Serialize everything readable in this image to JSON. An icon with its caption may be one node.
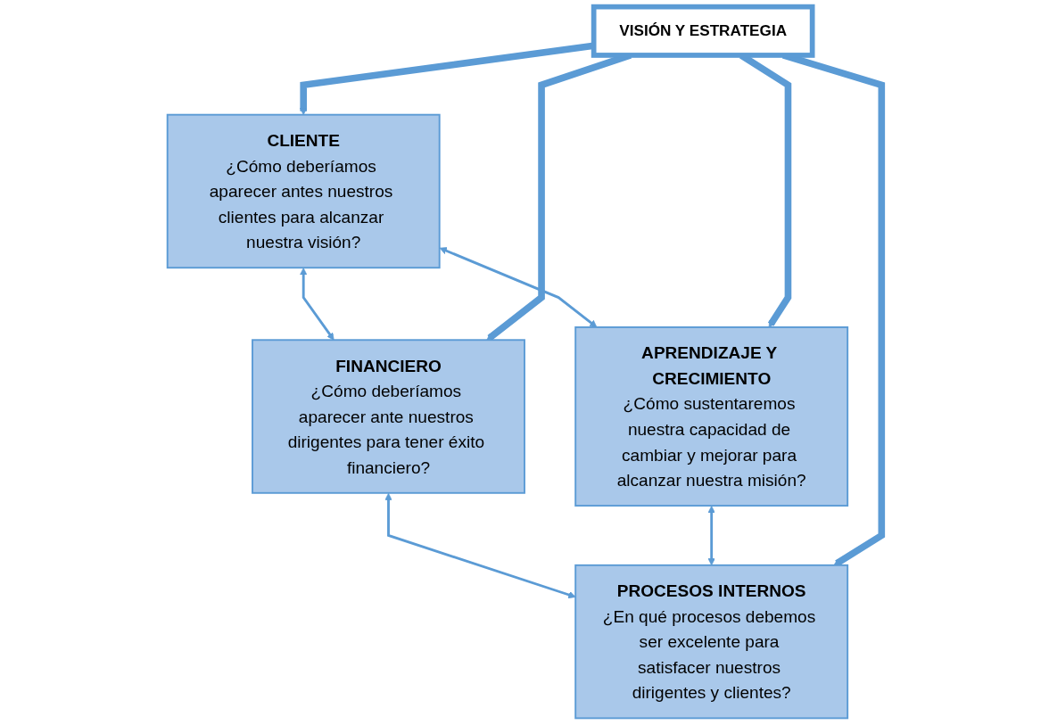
{
  "diagram": {
    "nodes": [
      {
        "text": [
          "FINANCIERO",
          "¿Cómo deberíamos aparecer ante nuestros dirigentes para tener éxito financiero?"
        ]
      },
      {
        "text": [
          "CLIENTE",
          "¿Cómo deberíamos aparecer antes nuestros clientes para alcanzar nuestra visión?"
        ]
      },
      {
        "text": [
          "VISIÓN Y ESTRATEGIA"
        ]
      },
      {
        "text": [
          "PROCESOS INTERNOS",
          "¿En qué procesos debemos ser excelente para satisfacer nuestros dirigentes y clientes?"
        ]
      },
      {
        "text": [
          "APRENDIZAJE Y CRECIMIENTO",
          "¿Cómo sustentaremos nuestra capacidad de cambiar y mejorar para alcanzar nuestra misión?"
        ]
      }
    ],
    "edges": [
      {
        "from": 1,
        "to": 0,
        "arrow": "both"
      },
      {
        "from": 0,
        "to": 3,
        "arrow": "both"
      },
      {
        "from": 1,
        "to": 4,
        "arrow": "both"
      },
      {
        "from": 4,
        "to": 3,
        "arrow": "both"
      },
      {
        "from": 2,
        "to": 0,
        "arrow": "to",
        "style": "thick"
      },
      {
        "from": 2,
        "to": 1,
        "arrow": "to",
        "style": "thick"
      },
      {
        "from": 2,
        "to": 3,
        "arrow": "to",
        "style": "thick"
      },
      {
        "from": 2,
        "to": 4,
        "arrow": "to",
        "style": "thick"
      }
    ]
  }
}
